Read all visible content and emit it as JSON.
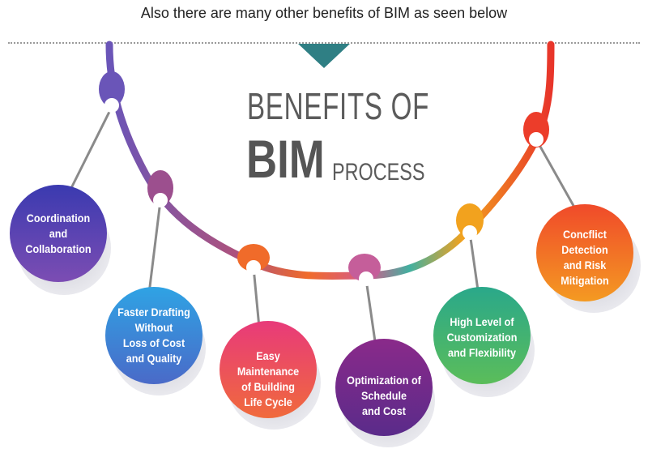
{
  "intro_text": "Also there are many other benefits of BIM as seen below",
  "title": {
    "line1": "BENEFITS OF",
    "big": "BIM",
    "small": "PROCESS"
  },
  "colors": {
    "teal": "#2f7f84",
    "purple": "#6a55b8",
    "orange": "#f06b2a",
    "red": "#e8352a"
  },
  "benefits": [
    {
      "label": "Coordination and Collaboration",
      "lines": [
        "Coordination",
        "and",
        "Collaboration"
      ],
      "color_top": "#3a3ab0",
      "color_bottom": "#7c4db3"
    },
    {
      "label": "Faster Drafting Without Loss of Cost and Quality",
      "lines": [
        "Faster Drafting",
        "Without",
        "Loss of Cost",
        "and Quality"
      ],
      "color_top": "#2fa3e4",
      "color_bottom": "#4a6ac8"
    },
    {
      "label": "Easy Maintenance of Building Life Cycle",
      "lines": [
        "Easy",
        "Maintenance",
        "of Building",
        "Life Cycle"
      ],
      "color_top": "#e83a7a",
      "color_bottom": "#f06a3c"
    },
    {
      "label": "Optimization of Schedule and Cost",
      "lines": [
        "Optimization of",
        "Schedule",
        "and Cost"
      ],
      "color_top": "#8a2a8a",
      "color_bottom": "#5a2b8a"
    },
    {
      "label": "High Level of Customization and Flexibility",
      "lines": [
        "High Level of",
        "Customization",
        "and Flexibility"
      ],
      "color_top": "#2aa88a",
      "color_bottom": "#5bbd5a"
    },
    {
      "label": "Concflict Detection and Risk Mitigation",
      "lines": [
        "Concflict",
        "Detection",
        "and Risk",
        "Mitigation"
      ],
      "color_top": "#f04a2a",
      "color_bottom": "#f49a22"
    }
  ]
}
